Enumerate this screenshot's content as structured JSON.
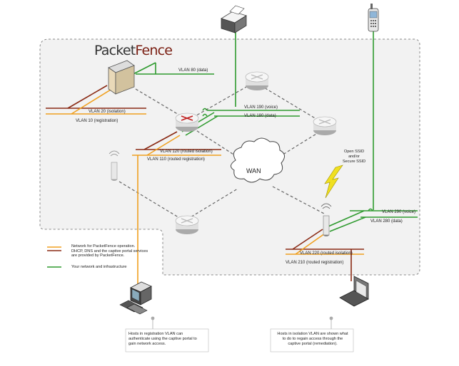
{
  "logo": {
    "part1": "Packet",
    "part2": "Fence"
  },
  "vlans": {
    "v80": "VLAN 80 (data)",
    "v20": "VLAN 20 (isolation)",
    "v10": "VLAN 10 (registration)",
    "v190": "VLAN 190 (voice)",
    "v180": "VLAN 180 (data)",
    "v120": "VLAN 120 (routed isolation)",
    "v110": "VLAN 110 (routed registration)",
    "v290": "VLAN 290 (voice)",
    "v280": "VLAN 280 (data)",
    "v220": "VLAN 220 (routed isolation)",
    "v210": "VLAN 210 (routed registration)"
  },
  "wan": "WAN",
  "ssid": [
    "Open SSID",
    "and/or",
    "Secure SSID"
  ],
  "legend": {
    "pf_line1": "Network for PacketFence operation.",
    "pf_line2": "DHCP, DNS and the captive portal services",
    "pf_line3": "are provided by PacketFence.",
    "green": "Your network and infrastructure"
  },
  "notes": {
    "left": [
      "Hosts in registration VLAN can",
      "authenticate using the captive portal to",
      "gain network access."
    ],
    "right": [
      "Hosts in isolation VLAN are shown what",
      "to do to regain access through the",
      "captive portal (remediation)."
    ]
  },
  "colors": {
    "green": "#2e9a2e",
    "orange": "#f0a020",
    "red": "#8a2a14",
    "dash": "#666666"
  }
}
